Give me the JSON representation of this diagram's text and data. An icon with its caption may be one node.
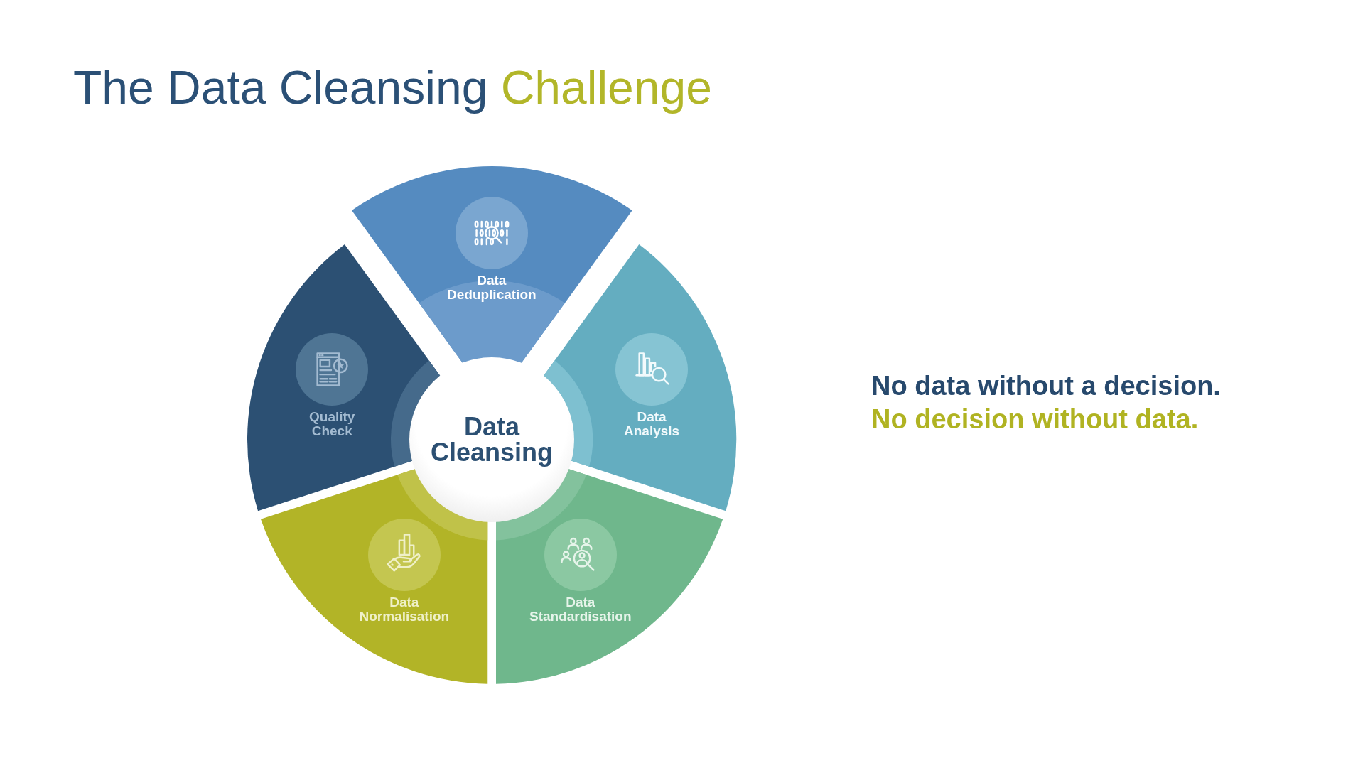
{
  "diagram": {
    "title": "The Data Cleansing Challenge",
    "nodes": [
      {
        "text": [
          "Data Deduplication"
        ]
      },
      {
        "text": [
          "Quality Check"
        ]
      },
      {
        "text": [
          "Data Cleansing"
        ]
      },
      {
        "text": [
          "Data Analysis"
        ]
      },
      {
        "text": [
          "Data Normalisation"
        ]
      },
      {
        "text": [
          "Data Standardisation"
        ]
      }
    ],
    "labels": [
      "No data without a decision.",
      "No decision without data."
    ]
  }
}
